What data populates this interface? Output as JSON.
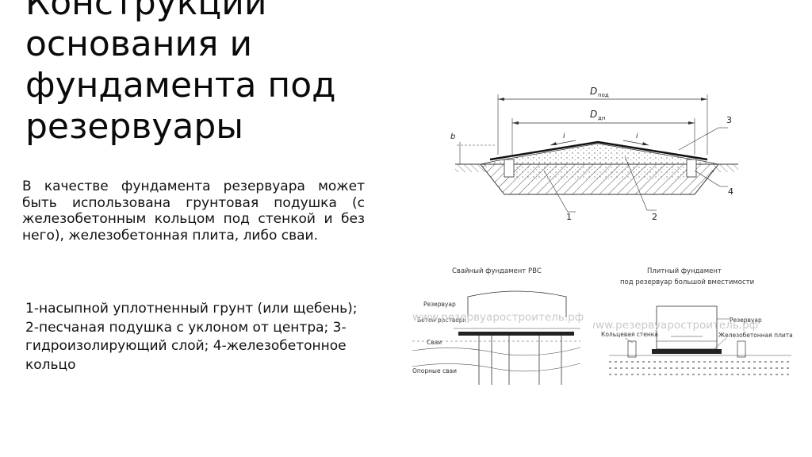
{
  "title_lines": [
    "Конструкции",
    "основания и",
    "фундамента под",
    "резервуары"
  ],
  "intro_text": "В качестве фундамента резервуара может быть использована грунтовая подушка (с железобетонным кольцом под стенкой и без него), железобетонная плита, либо сваи.",
  "legend_text": "1-насыпной уплотненный грунт (или щебень); 2-песчаная подушка с уклоном от центра; 3-гидроизолирующий слой; 4-железобетонное кольцо",
  "figure1": {
    "d_outer": "D",
    "d_outer_sub": "под",
    "d_inner": "D",
    "d_inner_sub": "дн",
    "height_label": "b",
    "slope_left": "i",
    "slope_right": "i",
    "callouts": [
      "1",
      "2",
      "3",
      "4"
    ]
  },
  "figure2": {
    "caption": "Свайный фундамент РВС",
    "labels": [
      "Резервуар",
      "Бетон ростверк",
      "Сваи",
      "Опорные сваи"
    ],
    "watermark": "www.резервуаростроитель.рф"
  },
  "figure3": {
    "caption_line1": "Плитный фундамент",
    "caption_line2": "под резервуар большой вместимости",
    "labels": [
      "Резервуар",
      "Железобетонная плита",
      "Кольцевая стенка"
    ],
    "watermark": "www.резервуаростроитель.рф"
  }
}
